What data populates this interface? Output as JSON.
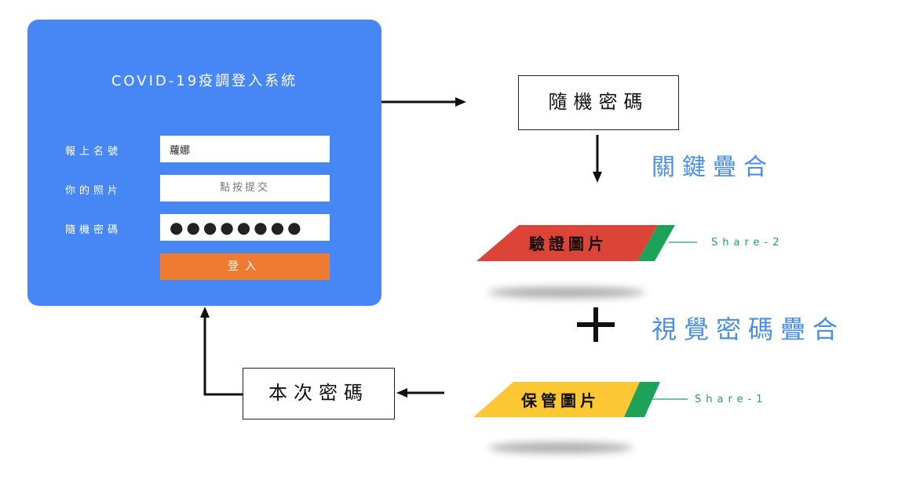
{
  "login_card": {
    "title": "COVID-19疫調登入系統",
    "fields": {
      "name_label": "報上名號",
      "name_value": "蘿娜",
      "photo_label": "你的照片",
      "photo_button": "點按提交",
      "password_label": "隨機密碼",
      "password_value": "●●●●●●●●"
    },
    "login_button": "登入",
    "colors": {
      "card": "#4787f5",
      "button": "#ee7b32"
    }
  },
  "flow": {
    "random_password": "隨機密碼",
    "key_overlay": "關鍵疊合",
    "verify_image": "驗證圖片",
    "plus": "+",
    "visual_overlay": "視覺密碼疊合",
    "keep_image": "保管圖片",
    "session_password": "本次密碼",
    "share_2": "Share-2",
    "share_1": "Share-1",
    "colors": {
      "verify_band": "#dc4437",
      "keep_band": "#fcc735",
      "share_green": "#1da25a",
      "accent_blue": "#4a8ee6"
    }
  }
}
